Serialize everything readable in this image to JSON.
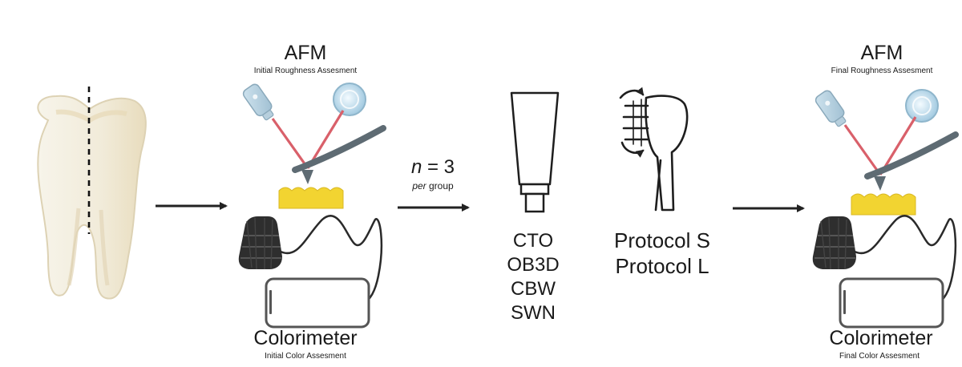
{
  "left_panel": {
    "afm_title": "AFM",
    "afm_subtitle": "Initial Roughness Assesment",
    "colorimeter_title": "Colorimeter",
    "colorimeter_subtitle": "Initial Color Assesment"
  },
  "right_panel": {
    "afm_title": "AFM",
    "afm_subtitle": "Final Roughness Assesment",
    "colorimeter_title": "Colorimeter",
    "colorimeter_subtitle": "Final Color Assesment"
  },
  "sample": {
    "n_symbol": "n",
    "n_equals": " = 3",
    "per_italic": "per",
    "per_rest": " group"
  },
  "toothpastes": [
    "CTO",
    "OB3D",
    "CBW",
    "SWN"
  ],
  "protocols": [
    "Protocol S",
    "Protocol L"
  ],
  "colors": {
    "laser": "#d9606a",
    "cantilever": "#5e6b73",
    "sample_block": "#f2d431",
    "arrow": "#222222",
    "colorimeter": "#2e2e2e",
    "tooth_fill": "#f4f0e4",
    "tooth_outline": "#e6dcc0"
  },
  "icons": [
    "tooth-icon",
    "afm-laser-icon",
    "colorimeter-icon",
    "phone-icon",
    "toothpaste-tube-icon",
    "toothbrush-icon"
  ]
}
